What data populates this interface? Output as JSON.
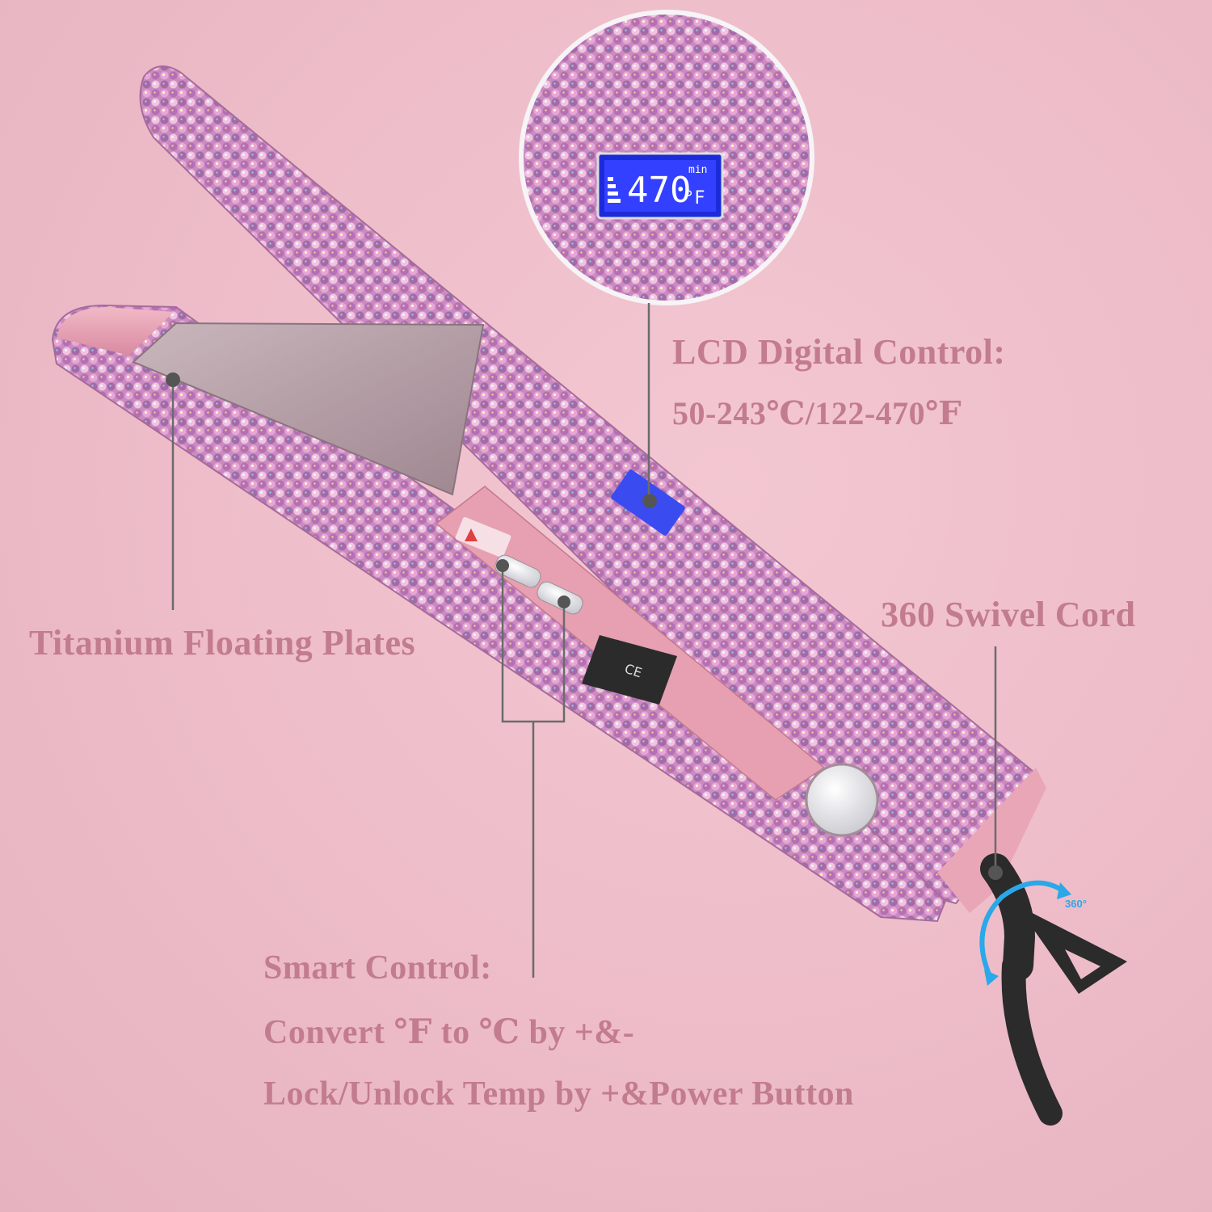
{
  "colors": {
    "background": "#edbcc8",
    "label_text": "#c27c8d",
    "callout_line": "#6b6b6b",
    "plate": "#b29aa3",
    "lcd_blue": "#3a3af0",
    "cord": "#2b2b2b",
    "swivel_arrow": "#2aa8e8"
  },
  "lcd_zoom": {
    "reading": "470",
    "unit": "°F",
    "mode": "min"
  },
  "annotations": {
    "lcd_title": "LCD Digital Control:",
    "lcd_range": "50-243℃/122-470℉",
    "swivel": "360 Swivel Cord",
    "plates": "Titanium Floating Plates",
    "smart_title": "Smart Control:",
    "smart_line1": "Convert ℉ to ℃ by +&-",
    "smart_line2": "Lock/Unlock Temp by +&Power Button"
  },
  "swivel_badge": "360°",
  "icons": [
    "warning-triangle-icon",
    "ce-mark-icon",
    "rotate-arrows-icon"
  ]
}
